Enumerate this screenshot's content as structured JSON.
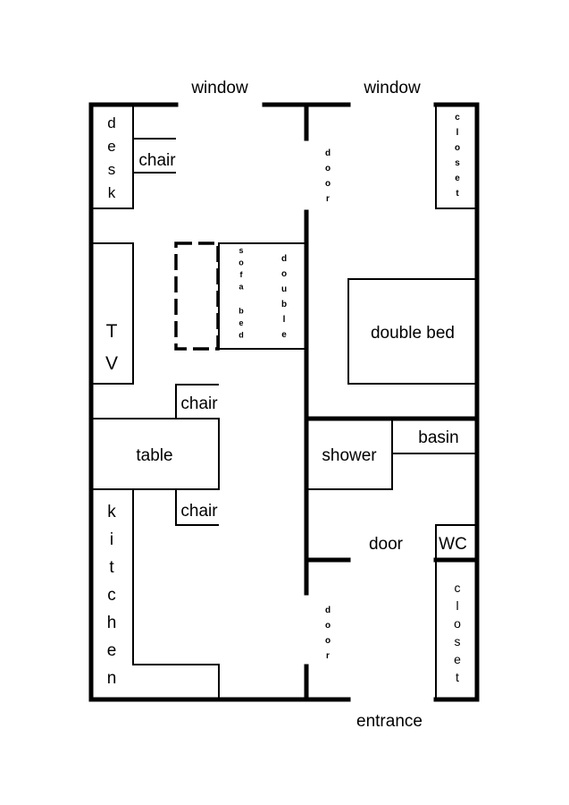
{
  "labels": {
    "window_left": "window",
    "window_right": "window",
    "desk": "desk",
    "chair_top": "chair",
    "door_top": "door",
    "closet_top": "closet",
    "tv": "TV",
    "sofa_bed": "sofa bed",
    "double": "double",
    "double_bed": "double bed",
    "chair_mid": "chair",
    "table": "table",
    "shower": "shower",
    "basin": "basin",
    "chair_bottom": "chair",
    "kitchen": "kitchen",
    "door_right": "door",
    "wc": "WC",
    "closet_bottom": "closet",
    "door_bottom": "door",
    "entrance": "entrance"
  }
}
